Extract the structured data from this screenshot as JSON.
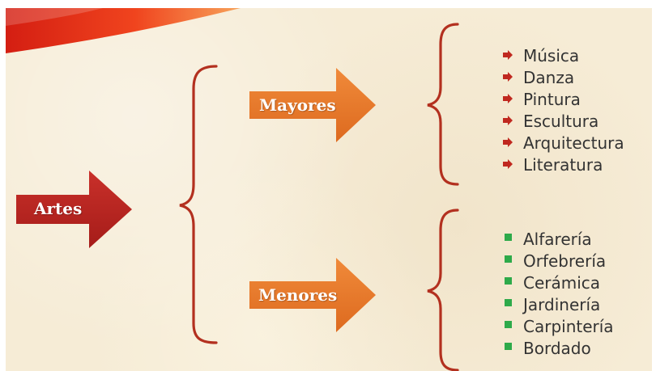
{
  "root": {
    "label": "Artes"
  },
  "branches": [
    {
      "label": "Mayores",
      "bullet": "red-arrow-bullet",
      "items": [
        "Música",
        "Danza",
        "Pintura",
        "Escultura",
        "Arquitectura",
        "Literatura"
      ]
    },
    {
      "label": "Menores",
      "bullet": "green-square-bullet",
      "items": [
        "Alfarería",
        "Orfebrería",
        "Cerámica",
        "Jardinería",
        "Carpintería",
        "Bordado"
      ]
    }
  ],
  "colors": {
    "background": "#f6ecd6",
    "root_arrow": "#b8231f",
    "branch_arrow": "#e8782a",
    "brace": "#b3301f",
    "bullet_red": "#c0281f",
    "bullet_green": "#2eaa4a",
    "text": "#333333"
  }
}
